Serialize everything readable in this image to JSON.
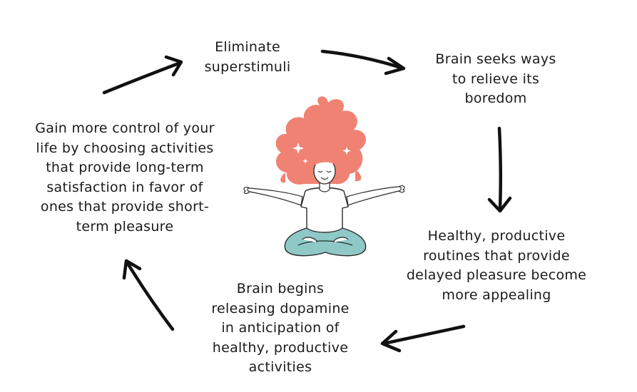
{
  "cycle": {
    "steps": [
      {
        "lines": [
          "Eliminate",
          "superstimuli"
        ]
      },
      {
        "lines": [
          "Brain seeks ways",
          "to relieve its",
          "boredom"
        ]
      },
      {
        "lines": [
          "Healthy, productive",
          "routines that provide",
          "delayed pleasure become",
          "more appealing"
        ]
      },
      {
        "lines": [
          "Brain begins",
          "releasing dopamine",
          "in anticipation of",
          "healthy, productive",
          "activities"
        ]
      },
      {
        "lines": [
          "Gain more control of your",
          "life by choosing activities",
          "that provide long-term",
          "satisfaction in favor of",
          "ones that provide short-",
          "term pleasure"
        ]
      }
    ]
  },
  "illustration": {
    "icon": "meditating-woman-illustration",
    "colors": {
      "hair": "#f08274",
      "skin": "#ffffff",
      "shirt": "#ffffff",
      "pants": "#8fc9c7",
      "outline": "#2b2b2b",
      "sparkle": "#ffffff"
    }
  },
  "colors": {
    "text": "#1a1a1a",
    "arrow": "#111111",
    "background": "#ffffff"
  }
}
